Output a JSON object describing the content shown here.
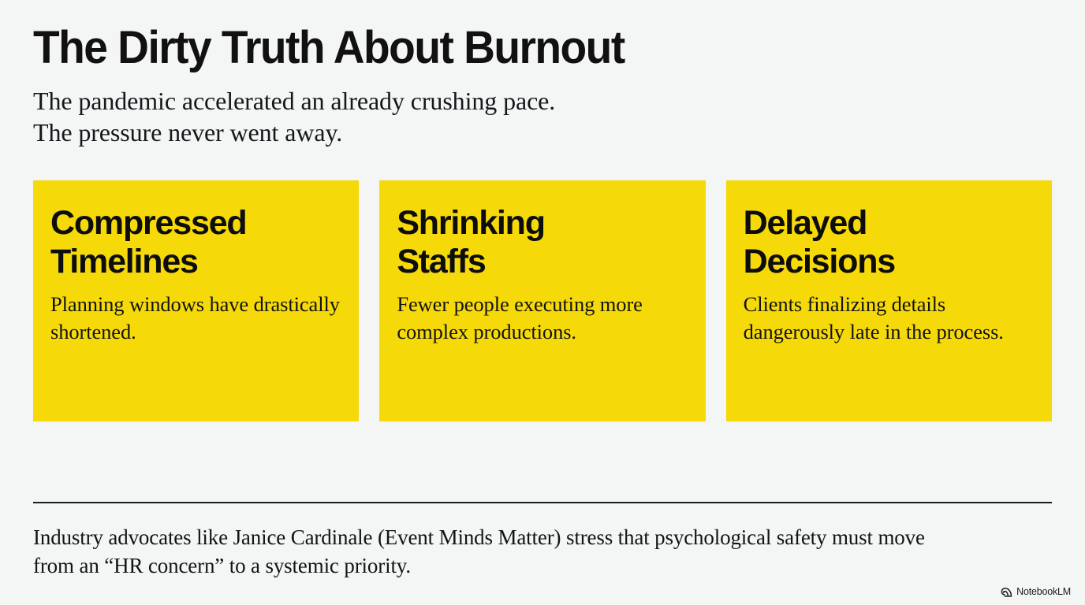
{
  "slide": {
    "title": "The Dirty Truth About Burnout",
    "subtitle_lines": [
      "The pandemic accelerated an already crushing pace.",
      "The pressure never went away."
    ],
    "background_color": "#f4f5f5",
    "accent_color": "#F6D908",
    "text_color": "#111111"
  },
  "cards": [
    {
      "heading_lines": [
        "Compressed",
        "Timelines"
      ],
      "body": "Planning windows have drastically shortened."
    },
    {
      "heading_lines": [
        "Shrinking",
        "Staffs"
      ],
      "body": "Fewer people executing more complex productions."
    },
    {
      "heading_lines": [
        "Delayed",
        "Decisions"
      ],
      "body": "Clients finalizing details dangerously late in the process."
    }
  ],
  "footnote_lines": [
    "Industry advocates like Janice Cardinale (Event Minds Matter) stress that psychological safety must move",
    "from an “HR concern” to a systemic priority."
  ],
  "brand": {
    "icon": "notebooklm-spiral-icon",
    "label": "NotebookLM"
  }
}
